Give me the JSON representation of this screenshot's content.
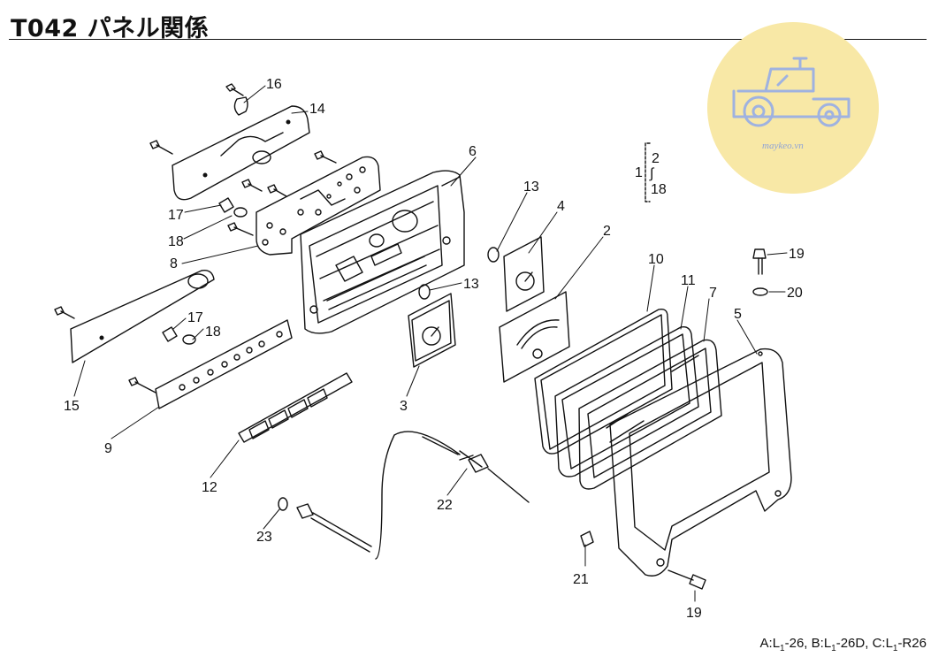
{
  "header": {
    "title": "T042 パネル関係"
  },
  "footer": {
    "applicability_a": "A:L",
    "applicability_a_sub": "1",
    "applicability_a_rest": "-26,",
    "applicability_b": "B:L",
    "applicability_b_sub": "1",
    "applicability_b_rest": "-26D,",
    "applicability_c": "C:L",
    "applicability_c_sub": "1",
    "applicability_c_rest": "-R26"
  },
  "watermark": {
    "text": "maykeo.vn"
  },
  "legend_bracket": {
    "left": "1",
    "top": "2",
    "middle": "∫",
    "bottom": "18"
  },
  "callouts": {
    "c16": "16",
    "c14": "14",
    "c6": "6",
    "c13a": "13",
    "c13b": "13",
    "c4": "4",
    "c2": "2",
    "c10": "10",
    "c11": "11",
    "c7": "7",
    "c5": "5",
    "c17a": "17",
    "c18a": "18",
    "c8": "8",
    "c17b": "17",
    "c18b": "18",
    "c15": "15",
    "c9": "9",
    "c3": "3",
    "c12": "12",
    "c22": "22",
    "c23": "23",
    "c21": "21",
    "c19a": "19",
    "c20": "20",
    "c19b": "19"
  }
}
